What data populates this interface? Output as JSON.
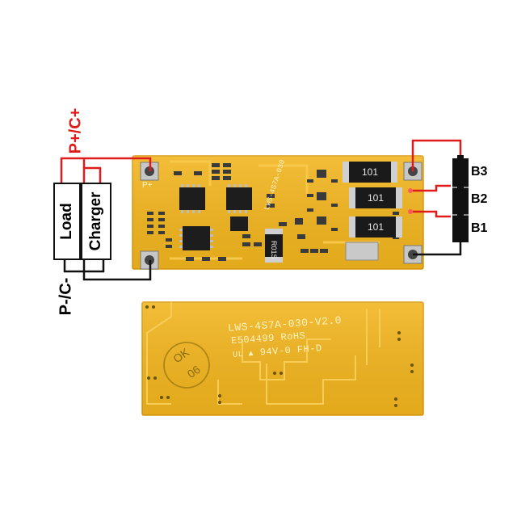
{
  "labels": {
    "positive": "P+/C+",
    "negative": "P-/C-",
    "load": "Load",
    "charger": "Charger",
    "b3": "B3",
    "b2": "B2",
    "b1": "B1"
  },
  "board_top": {
    "model": "LWS-4S7A-030",
    "resistor_codes": [
      "101",
      "101",
      "101"
    ],
    "shunt": "R01S",
    "pad_label": "P+"
  },
  "board_bottom": {
    "model": "LWS-4S7A-030-V2.0",
    "cert_line": "E504499 RoHS",
    "ul_line": "94V-0 FH-D"
  },
  "stamp": {
    "line1": "OK",
    "line2": "06"
  },
  "colors": {
    "pcb": "#f2b51e",
    "pcb_edge": "#e3a214",
    "wire_red": "#e01b1b",
    "wire_black": "#111111",
    "label_red": "#e01b1b"
  }
}
